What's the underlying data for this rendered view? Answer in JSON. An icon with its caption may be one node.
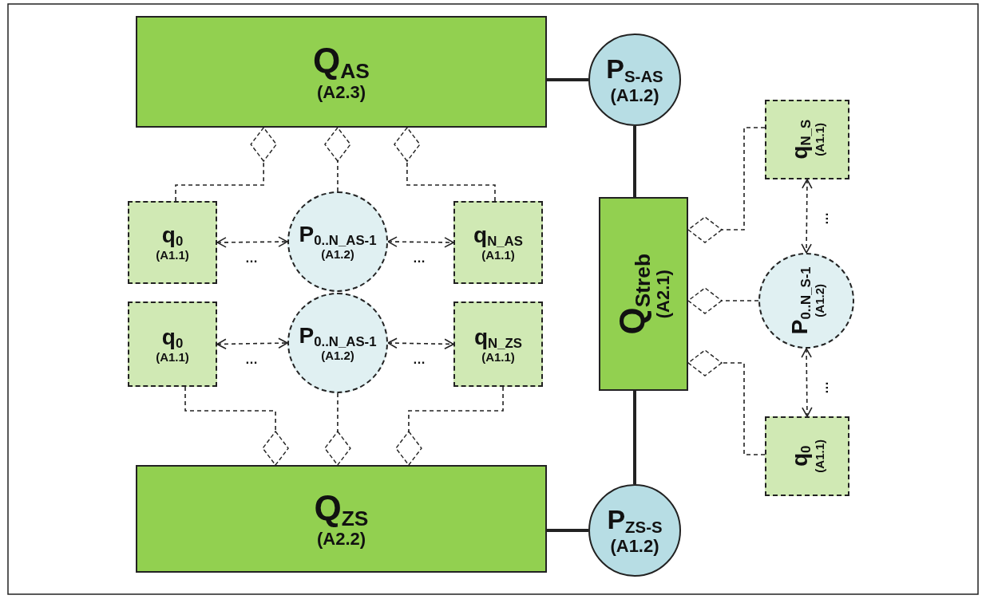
{
  "diagram": {
    "nodes": [
      {
        "text": [
          "Q$_{AS}$",
          "(A2.3)"
        ]
      },
      {
        "text": [
          "P$_{S-AS}$",
          "(A1.2)"
        ]
      },
      {
        "text": [
          "q$_{0}$",
          "(A1.1)"
        ]
      },
      {
        "text": [
          "P$_{0..N_AS-1}$",
          "(A1.2)"
        ]
      },
      {
        "text": [
          "q$_{N_AS}$",
          "(A1.1)"
        ]
      },
      {
        "text": [
          "q$_{0}$",
          "(A1.1)"
        ]
      },
      {
        "text": [
          "P$_{0..N_AS-1}$",
          "(A1.2)"
        ]
      },
      {
        "text": [
          "q$_{N_ZS}$",
          "(A1.1)"
        ]
      },
      {
        "text": [
          "Q$_{Streb}$",
          "(A2.1)"
        ]
      },
      {
        "text": [
          "q$_{N_S}$",
          "(A1.1)"
        ]
      },
      {
        "text": [
          "P$_{0..N_S-1}$",
          "(A1.2)"
        ]
      },
      {
        "text": [
          "q$_{0}$",
          "(A1.1)"
        ]
      },
      {
        "text": [
          "Q$_{ZS}$",
          "(A2.2)"
        ]
      },
      {
        "text": [
          "P$_{ZS-S}$",
          "(A1.2)"
        ]
      }
    ],
    "edges": [
      {
        "from": 0,
        "to": 1,
        "arrow": "none",
        "style": "thick"
      },
      {
        "from": 1,
        "to": 8,
        "arrow": "none",
        "style": "thick"
      },
      {
        "from": 8,
        "to": 13,
        "arrow": "none",
        "style": "thick"
      },
      {
        "from": 12,
        "to": 13,
        "arrow": "none",
        "style": "thick"
      },
      {
        "from": 2,
        "to": 0,
        "arrow": "other",
        "style": "dashed"
      },
      {
        "from": 3,
        "to": 0,
        "arrow": "other",
        "style": "dashed"
      },
      {
        "from": 4,
        "to": 0,
        "arrow": "other",
        "style": "dashed"
      },
      {
        "from": 2,
        "to": 3,
        "arrow": "both",
        "style": "dashed",
        "label": "…"
      },
      {
        "from": 3,
        "to": 4,
        "arrow": "both",
        "style": "dashed",
        "label": "…"
      },
      {
        "from": 5,
        "to": 6,
        "arrow": "both",
        "style": "dashed",
        "label": "…"
      },
      {
        "from": 6,
        "to": 7,
        "arrow": "both",
        "style": "dashed",
        "label": "…"
      },
      {
        "from": 5,
        "to": 12,
        "arrow": "other",
        "style": "dashed"
      },
      {
        "from": 6,
        "to": 12,
        "arrow": "other",
        "style": "dashed"
      },
      {
        "from": 7,
        "to": 12,
        "arrow": "other",
        "style": "dashed"
      },
      {
        "from": 9,
        "to": 8,
        "arrow": "other",
        "style": "dashed"
      },
      {
        "from": 10,
        "to": 8,
        "arrow": "other",
        "style": "dashed"
      },
      {
        "from": 11,
        "to": 8,
        "arrow": "other",
        "style": "dashed"
      },
      {
        "from": 9,
        "to": 10,
        "arrow": "both",
        "style": "dashed",
        "label": "…"
      },
      {
        "from": 10,
        "to": 11,
        "arrow": "both",
        "style": "dashed",
        "label": "…"
      }
    ]
  }
}
